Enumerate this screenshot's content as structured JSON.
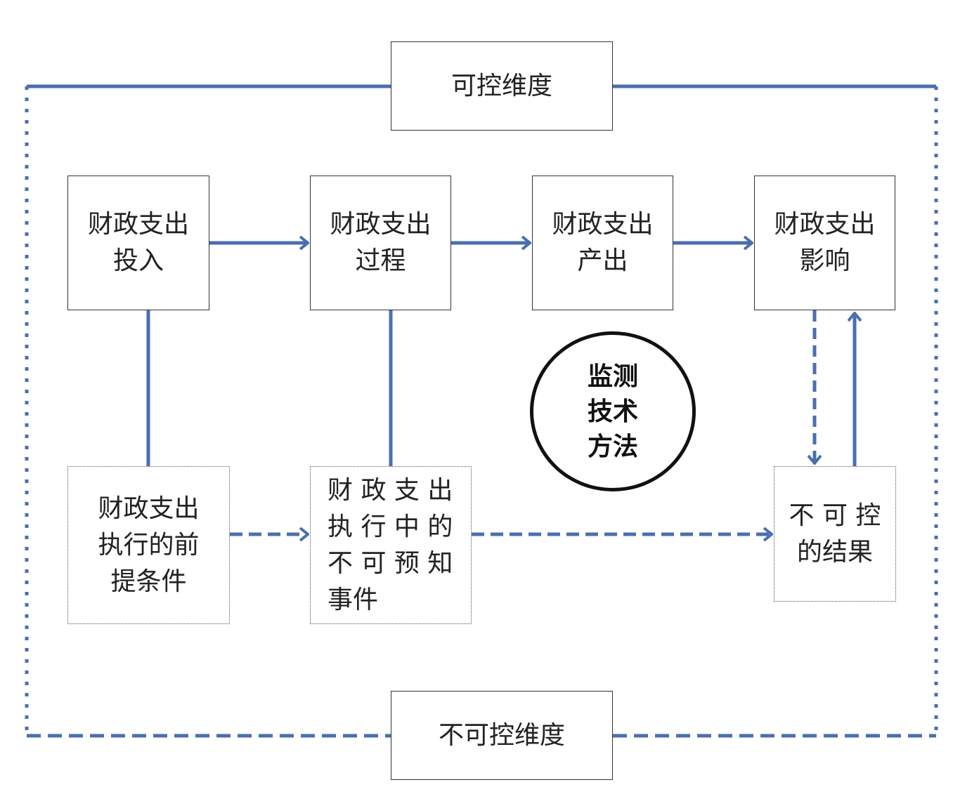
{
  "colors": {
    "line": "#4a6fb0",
    "border": "#333333",
    "circle": "#111111"
  },
  "dimensions": {
    "controllable": "可控维度",
    "uncontrollable": "不可控维度"
  },
  "stages": [
    {
      "lines": [
        "财政支出",
        "投入"
      ]
    },
    {
      "lines": [
        "财政支出",
        "过程"
      ]
    },
    {
      "lines": [
        "财政支出",
        "产出"
      ]
    },
    {
      "lines": [
        "财政支出",
        "影响"
      ]
    }
  ],
  "conditions": [
    {
      "lines": [
        "财政支出",
        "执行的前",
        "提条件"
      ]
    },
    {
      "lines": [
        "财 政 支 出",
        "执 行 中 的",
        "不 可 预 知",
        "事件"
      ]
    },
    {
      "lines": [
        "不 可 控",
        "的结果"
      ]
    }
  ],
  "center": {
    "lines": [
      "监测",
      "技术",
      "方法"
    ]
  }
}
